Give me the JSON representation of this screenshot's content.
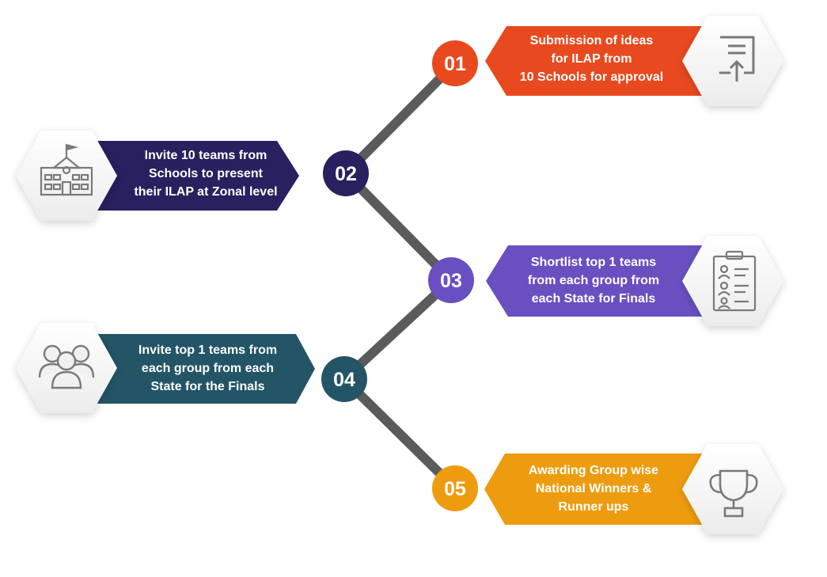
{
  "steps": [
    {
      "number": "01",
      "color": "#e8491f",
      "icon": "document-upload-icon",
      "lines": [
        "Submission of ideas",
        "for ILAP from",
        "10 Schools for approval"
      ]
    },
    {
      "number": "02",
      "color": "#28205f",
      "icon": "school-building-icon",
      "lines": [
        "Invite 10 teams from",
        "Schools to present",
        "their ILAP at Zonal level"
      ]
    },
    {
      "number": "03",
      "color": "#6a4fc1",
      "icon": "clipboard-list-icon",
      "lines": [
        "Shortlist top 1 teams",
        "from each group from",
        "each State for Finals"
      ]
    },
    {
      "number": "04",
      "color": "#235566",
      "icon": "group-people-icon",
      "lines": [
        "Invite top 1 teams from",
        "each group from each",
        "State for the Finals"
      ]
    },
    {
      "number": "05",
      "color": "#ee9c0f",
      "icon": "trophy-icon",
      "lines": [
        "Awarding Group wise",
        "National Winners &",
        "Runner ups"
      ]
    }
  ]
}
